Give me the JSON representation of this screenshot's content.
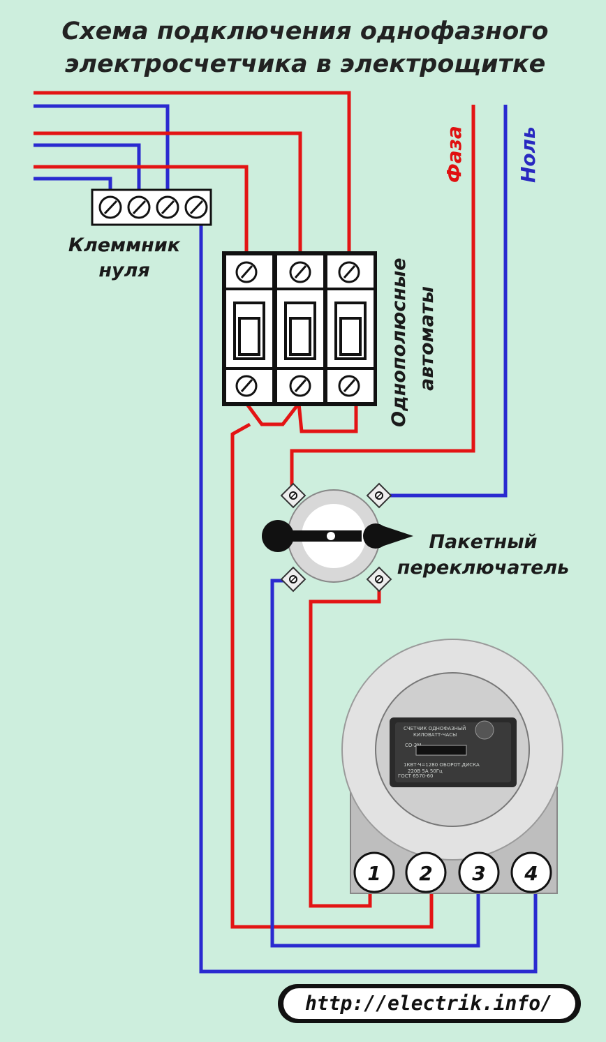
{
  "title": {
    "line1": "Схема подключения однофазного",
    "line2": "электросчетчика в электрощитке"
  },
  "labels": {
    "neutral_terminal_line1": "Клеммник",
    "neutral_terminal_line2": "нуля",
    "breakers_line1": "Однополюсные",
    "breakers_line2": "автоматы",
    "phase": "Фаза",
    "neutral": "Ноль",
    "switch_line1": "Пакетный",
    "switch_line2": "переключатель"
  },
  "meter": {
    "terminals": [
      "1",
      "2",
      "3",
      "4"
    ],
    "dial_text": [
      "СЧЕТЧИК ОДНОФАЗНЫЙ",
      "КИЛОВАТТ-ЧАСЫ",
      "СО-2М",
      "1КВТ·Ч=1280 ОБОРОТ.ДИСКА",
      "220В  5А  50Гц",
      "ГОСТ 6570-60"
    ]
  },
  "footer": {
    "url": "http://electrik.info/"
  },
  "colors": {
    "background": "#cdeedd",
    "phase_wire": "#e31414",
    "neutral_wire": "#2a2ad0"
  }
}
